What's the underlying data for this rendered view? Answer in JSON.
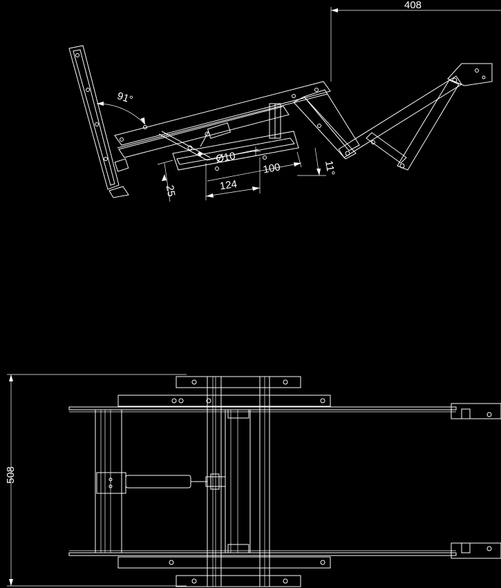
{
  "drawing": {
    "background": "#000000",
    "line_color": "#ffffff",
    "side_view": {
      "dimensions": {
        "overall_length": "408",
        "back_angle": "91°",
        "hole_diameter": "Ø10",
        "hole_spacing": "100",
        "seat_tilt": "11°",
        "rail_length": "124",
        "offset": "25"
      }
    },
    "top_view": {
      "dimensions": {
        "overall_width": "508"
      }
    }
  }
}
